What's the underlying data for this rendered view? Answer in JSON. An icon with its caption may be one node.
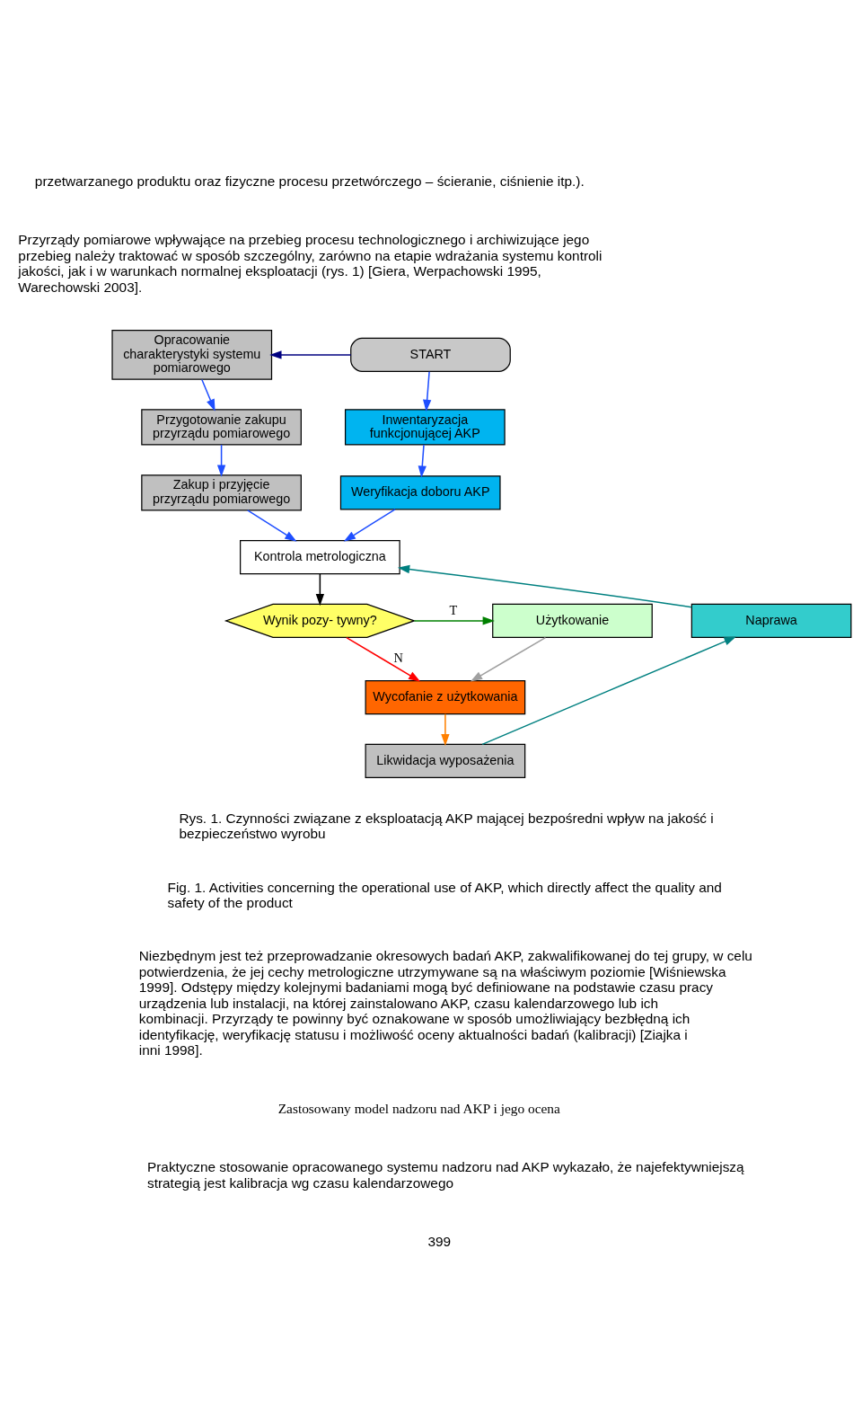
{
  "diagram": {
    "nodes": [
      {
        "text": [
          "Opracowanie charakterystyki systemu pomiarowego"
        ]
      },
      {
        "text": [
          "START"
        ]
      },
      {
        "text": [
          "Przygotowanie zakupu przyrządu pomiarowego"
        ]
      },
      {
        "text": [
          "Inwentaryzacja funkcjonującej AKP"
        ]
      },
      {
        "text": [
          "Zakup i przyjęcie przyrządu pomiarowego"
        ]
      },
      {
        "text": [
          "Weryfikacja doboru AKP"
        ]
      },
      {
        "text": [
          "Kontrola metrologiczna"
        ]
      },
      {
        "text": [
          "Naprawa"
        ]
      },
      {
        "text": [
          "Wynik pozy- tywny?"
        ]
      },
      {
        "text": [
          "Użytkowanie"
        ]
      },
      {
        "text": [
          "Wycofanie z użytkowania"
        ]
      },
      {
        "text": [
          "Likwidacja wyposażenia"
        ]
      }
    ],
    "edges": [
      {
        "from": 1,
        "to": 0,
        "arrow": "to",
        "color": "#000080"
      },
      {
        "from": 0,
        "to": 2,
        "arrow": "to"
      },
      {
        "from": 2,
        "to": 4,
        "arrow": "to"
      },
      {
        "from": 4,
        "to": 6,
        "arrow": "to"
      },
      {
        "from": 1,
        "to": 3,
        "arrow": "to"
      },
      {
        "from": 3,
        "to": 5,
        "arrow": "to"
      },
      {
        "from": 5,
        "to": 6,
        "arrow": "to"
      },
      {
        "from": 6,
        "to": 8,
        "arrow": "to",
        "color": "#000000"
      },
      {
        "from": 8,
        "to": 9,
        "arrow": "to",
        "label": "T",
        "color": "#008000"
      },
      {
        "from": 8,
        "to": 10,
        "arrow": "to",
        "label": "N",
        "color": "#ff0000"
      },
      {
        "from": 9,
        "to": 10,
        "arrow": "to",
        "color": "#a0a0a0"
      },
      {
        "from": 10,
        "to": 11,
        "arrow": "to",
        "color": "#ff8000"
      },
      {
        "from": 11,
        "to": 7,
        "arrow": "to",
        "color": "#008080"
      },
      {
        "from": 7,
        "to": 6,
        "arrow": "to",
        "color": "#008080"
      }
    ],
    "labels": [
      "przetwarzanego produktu oraz fizyczne procesu przetwórczego – ścieranie, ciśnienie itp.).",
      "Przyrządy pomiarowe wpływające na przebieg procesu technologicznego i archiwizujące jego przebieg należy traktować w sposób szczególny, zarówno na etapie wdrażania systemu kontroli jakości, jak i w warunkach normalnej eksploatacji (rys. 1) [Giera, Werpachowski 1995, Warechowski 2003].",
      "Rys. 1. Czynności związane z eksploatacją AKP mającej bezpośredni wpływ na jakość i bezpieczeństwo wyrobu",
      "Fig. 1. Activities concerning the operational use of AKP, which directly affect the quality and safety of the product",
      "Niezbędnym jest też przeprowadzanie okresowych badań AKP, zakwalifikowanej do tej grupy, w celu potwierdzenia, że jej cechy metrologiczne utrzymywane są na właściwym poziomie [Wiśniewska 1999]. Odstępy między kolejnymi badaniami mogą być definiowane na podstawie czasu pracy urządzenia lub instalacji, na której zainstalowano AKP, czasu kalendarzowego lub ich kombinacji. Przyrządy te powinny być oznakowane w sposób umożliwiający bezbłędną ich identyfikację, weryfikację statusu i możliwość oceny aktualności badań (kalibracji) [Ziajka i inni 1998].",
      "Zastosowany model nadzoru nad AKP i jego ocena",
      "Praktyczne stosowanie opracowanego systemu nadzoru nad AKP wykazało, że najefektywniejszą strategią jest kalibracja wg czasu kalendarzowego",
      "399"
    ]
  }
}
